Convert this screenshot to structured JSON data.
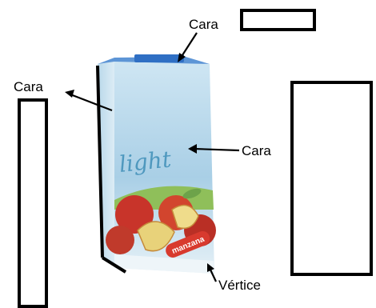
{
  "labels": {
    "top_face": "Cara",
    "left_face": "Cara",
    "front_face": "Cara",
    "vertex": "Vértice"
  },
  "carton": {
    "brand_text": "light",
    "flavor_text": "manzana"
  },
  "colors": {
    "ink": "#000000",
    "carton_blue": "#a9cfe6",
    "cap_blue": "#2f6fc4",
    "apple_red": "#c8342a",
    "apple_yellow": "#e8d27a",
    "leaf_green": "#6da34a"
  }
}
